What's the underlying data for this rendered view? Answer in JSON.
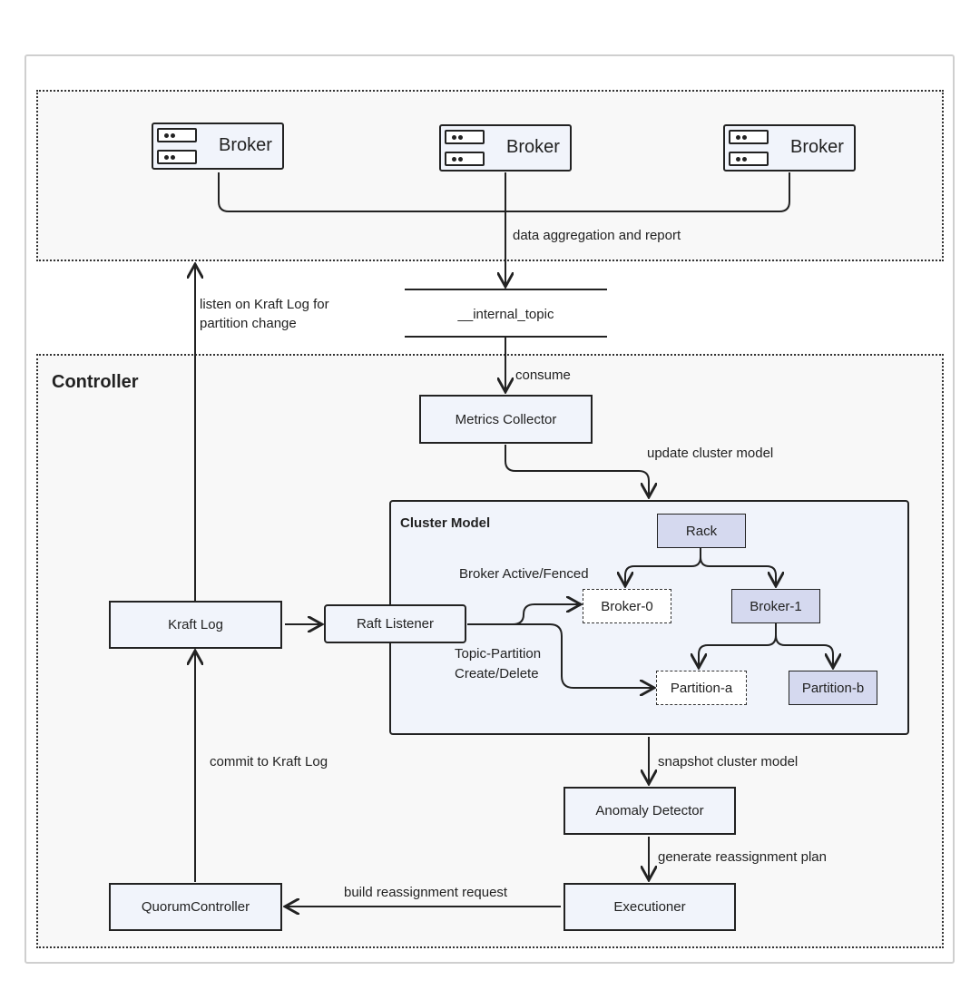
{
  "brokers": [
    {
      "label": "Broker"
    },
    {
      "label": "Broker"
    },
    {
      "label": "Broker"
    }
  ],
  "edges": {
    "aggregation": "data aggregation and report",
    "listen_line1": "listen on Kraft Log for",
    "listen_line2": "partition change",
    "consume": "consume",
    "update": "update cluster model",
    "broker_state": "Broker Active/Fenced",
    "topic_line1": "Topic-Partition",
    "topic_line2": "Create/Delete",
    "snapshot": "snapshot cluster model",
    "generate": "generate reassignment plan",
    "commit": "commit to Kraft Log",
    "build": "build reassignment request"
  },
  "topic": "__internal_topic",
  "controller_title": "Controller",
  "cluster_model_title": "Cluster Model",
  "nodes": {
    "metrics_collector": "Metrics Collector",
    "kraft_log": "Kraft Log",
    "raft_listener": "Raft Listener",
    "rack": "Rack",
    "broker_0": "Broker-0",
    "broker_1": "Broker-1",
    "partition_a": "Partition-a",
    "partition_b": "Partition-b",
    "anomaly_detector": "Anomaly Detector",
    "executioner": "Executioner",
    "quorum_controller": "QuorumController"
  }
}
